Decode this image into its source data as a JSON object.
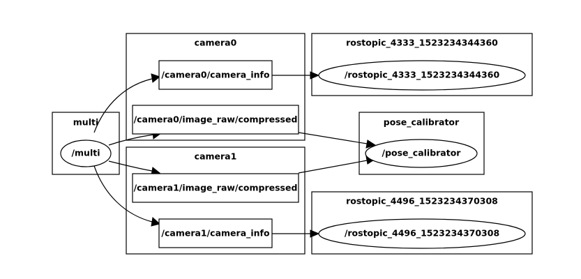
{
  "clusters": {
    "multi": "multi",
    "camera0": "camera0",
    "camera1": "camera1",
    "rostopic_4333": "rostopic_4333_1523234344360",
    "pose_calibrator": "pose_calibrator",
    "rostopic_4496": "rostopic_4496_1523234370308"
  },
  "nodes": {
    "multi": "/multi",
    "camera0_info": "/camera0/camera_info",
    "camera0_image": "/camera0/image_raw/compressed",
    "camera1_image": "/camera1/image_raw/compressed",
    "camera1_info": "/camera1/camera_info",
    "rostopic_4333": "/rostopic_4333_1523234344360",
    "pose_calibrator": "/pose_calibrator",
    "rostopic_4496": "/rostopic_4496_1523234370308"
  },
  "edges": [
    {
      "from": "/multi",
      "to": "/camera0/camera_info"
    },
    {
      "from": "/multi",
      "to": "/camera0/image_raw/compressed"
    },
    {
      "from": "/multi",
      "to": "/camera1/image_raw/compressed"
    },
    {
      "from": "/multi",
      "to": "/camera1/camera_info"
    },
    {
      "from": "/camera0/camera_info",
      "to": "/rostopic_4333_1523234344360"
    },
    {
      "from": "/camera0/image_raw/compressed",
      "to": "/pose_calibrator"
    },
    {
      "from": "/camera1/image_raw/compressed",
      "to": "/pose_calibrator"
    },
    {
      "from": "/camera1/camera_info",
      "to": "/rostopic_4496_1523234370308"
    }
  ]
}
